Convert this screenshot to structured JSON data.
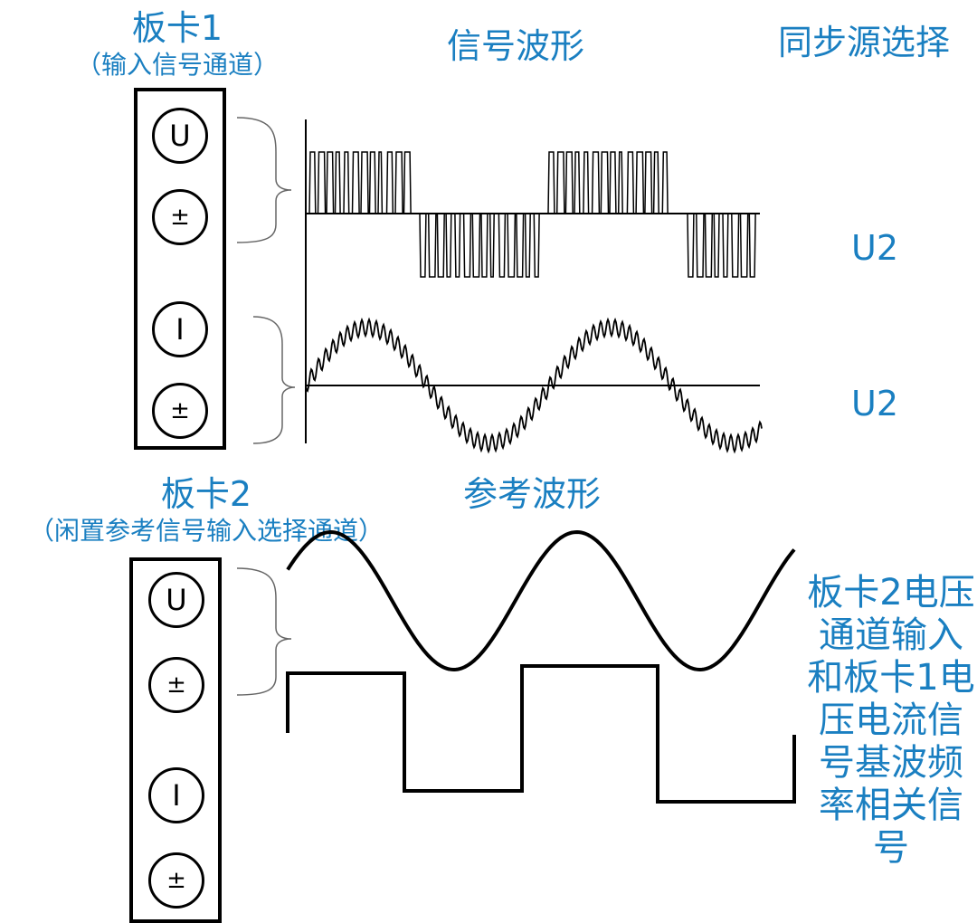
{
  "board1": {
    "title": "板卡1",
    "subtitle": "（输入信号通道）",
    "terminals": [
      "U",
      "±",
      "I",
      "±"
    ]
  },
  "board2": {
    "title": "板卡2",
    "subtitle": "（闲置参考信号输入选择通道）",
    "terminals": [
      "U",
      "±",
      "I",
      "±"
    ]
  },
  "headers": {
    "signal_waveform": "信号波形",
    "sync_source": "同步源选择",
    "reference_waveform": "参考波形"
  },
  "sync_labels": [
    "U2",
    "U2"
  ],
  "note": "板卡2电压通道输入和板卡1电压电流信号基波频率相关信号",
  "colors": {
    "accent": "#1a7fc1",
    "line": "#000000"
  }
}
